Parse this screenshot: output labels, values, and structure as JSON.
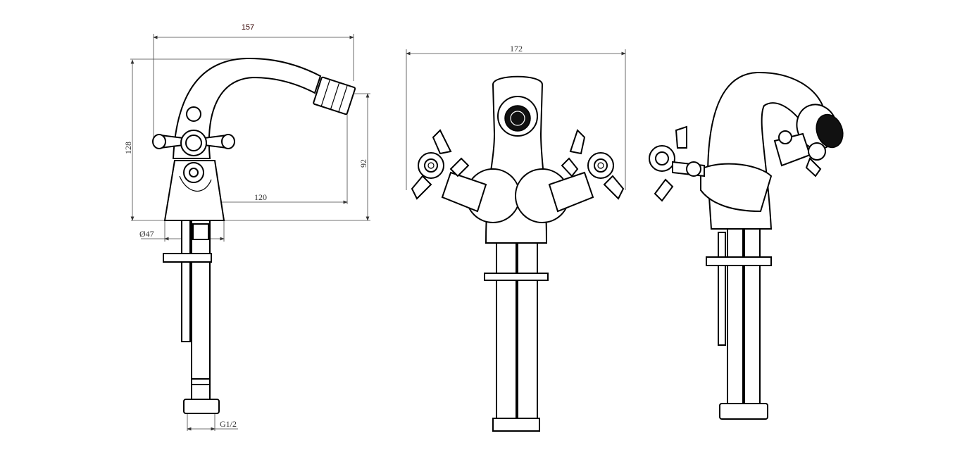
{
  "title": "Bidet mixer tap technical drawing",
  "side_view": {
    "overall_width": "157",
    "overall_height": "128",
    "spout_height": "92",
    "spout_reach": "120",
    "base_diameter": "Ø47",
    "connection_thread": "G1/2"
  },
  "front_view": {
    "overall_width": "172"
  }
}
